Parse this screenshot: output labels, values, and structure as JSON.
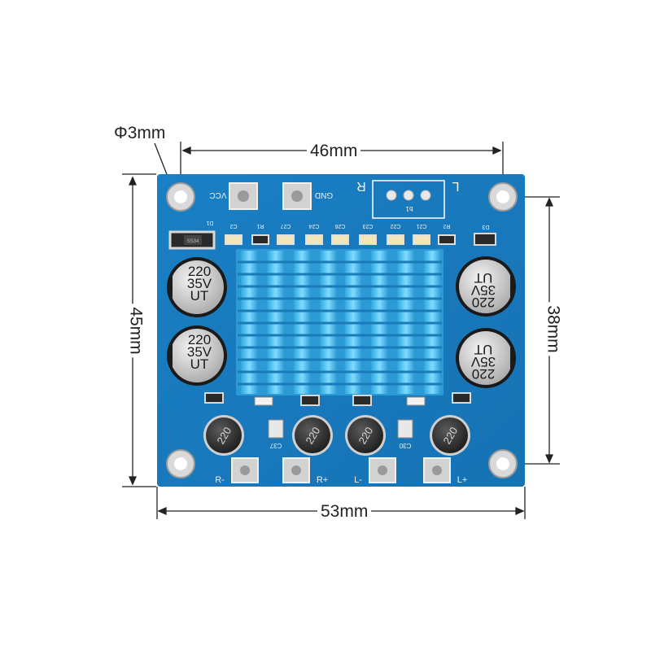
{
  "dimensions": {
    "hole_diameter": "Φ3mm",
    "hole_spacing_width": "46mm",
    "board_width": "53mm",
    "board_height": "45mm",
    "hole_spacing_height": "38mm"
  },
  "board": {
    "pins_top": {
      "vcc": "VCC",
      "gnd": "GND"
    },
    "input_side_labels": {
      "right": "R",
      "left": "L"
    },
    "input_connector_label": "b1",
    "diode_label": "D1",
    "diode_part": "SS34",
    "d3_label": "D3",
    "top_component_labels": [
      "C2",
      "R1",
      "C27",
      "C24",
      "C26",
      "C23",
      "C22",
      "C21",
      "R2"
    ],
    "capacitor_values": [
      "220",
      "35V",
      "UT"
    ],
    "inductor_value": "220",
    "small_caps": [
      "C37",
      "C30"
    ],
    "output_labels": [
      "R-",
      "R+",
      "L-",
      "L+"
    ]
  },
  "colors": {
    "board": "#1a86c9",
    "heatsink": "#3fc0f0",
    "capacitor": "#d4d4d4",
    "inductor": "#333333",
    "pad": "#c9c9c9"
  }
}
